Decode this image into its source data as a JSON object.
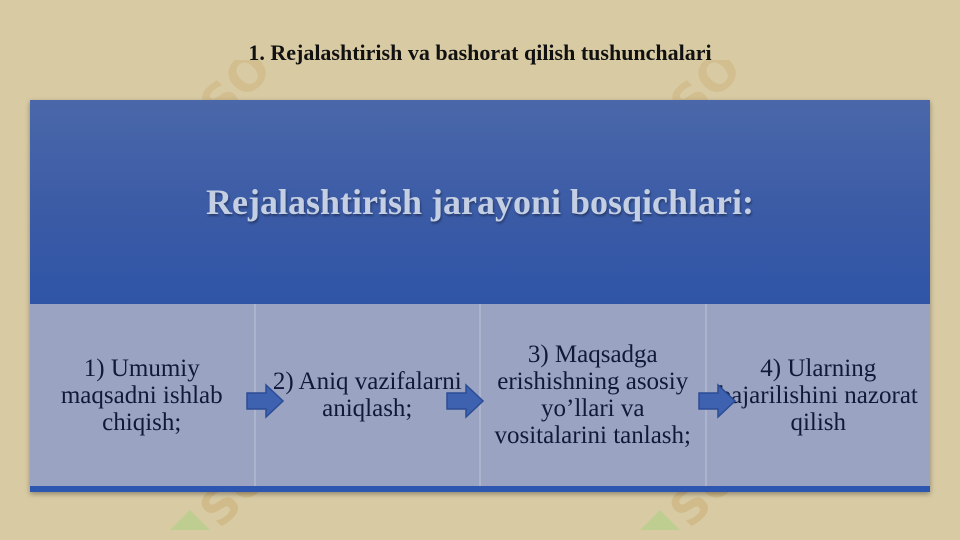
{
  "slide": {
    "title": "1. Rejalashtirish va bashorat qilish tushunchalari"
  },
  "panel": {
    "heading": "Rejalashtirish jarayoni bosqichlari:",
    "steps": [
      {
        "text": "1) Umumiy maqsadni ishlab chiqish;"
      },
      {
        "text": "2) Aniq vazifalarni aniqlash;"
      },
      {
        "text": "3) Maqsadga erishishning asosiy yo’llari va vositalarini tanlash;"
      },
      {
        "text": "4) Ularning bajarilishini nazorat qilish"
      }
    ]
  },
  "watermark": {
    "text": "SOF"
  },
  "colors": {
    "background": "#d8cba4",
    "header_blue": "#3a5aa6",
    "steps_band": "#9aa4c2",
    "arrow_blue": "#3e62b0"
  },
  "icons": [
    "watermark-logo-icon",
    "right-arrow-icon"
  ]
}
